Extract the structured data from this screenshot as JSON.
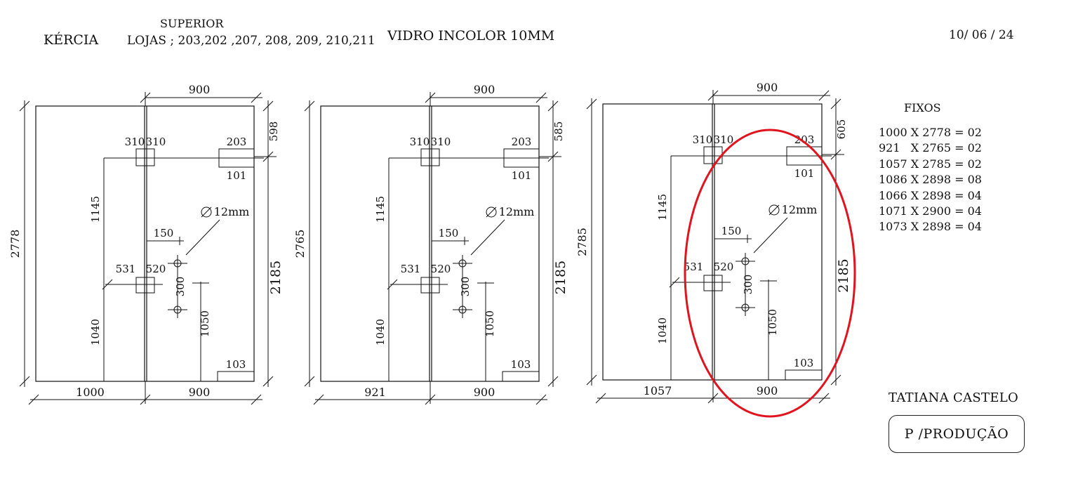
{
  "header": {
    "client": "KÉRCIA",
    "level": "SUPERIOR",
    "stores": "LOJAS ; 203,202 ,207, 208, 209, 210,211",
    "glass": "VIDRO INCOLOR 10MM",
    "date": "10/ 06 / 24"
  },
  "drawings": [
    {
      "total_height": "2778",
      "top_offset": "598",
      "side_height": "2185",
      "left_width": "1000",
      "right_width": "900",
      "top_width": "900",
      "lock_left": "310",
      "lock_right": "310",
      "cut_top": "203",
      "cut_sub": "101",
      "hinge_upper": "1145",
      "hinge_lower": "1040",
      "handle_offset": "150",
      "hole_label": "∅12mm",
      "hole_spacing": "300",
      "handle_height": "1050",
      "hinge_left": "531",
      "hinge_right": "520",
      "bottom_cut": "103"
    },
    {
      "total_height": "2765",
      "top_offset": "585",
      "side_height": "2185",
      "left_width": "921",
      "right_width": "900",
      "top_width": "900",
      "lock_left": "310",
      "lock_right": "310",
      "cut_top": "203",
      "cut_sub": "101",
      "hinge_upper": "1145",
      "hinge_lower": "1040",
      "handle_offset": "150",
      "hole_label": "∅12mm",
      "hole_spacing": "300",
      "handle_height": "1050",
      "hinge_left": "531",
      "hinge_right": "520",
      "bottom_cut": "103"
    },
    {
      "total_height": "2785",
      "top_offset": "605",
      "side_height": "2185",
      "left_width": "1057",
      "right_width": "900",
      "top_width": "900",
      "lock_left": "310",
      "lock_right": "310",
      "cut_top": "203",
      "cut_sub": "101",
      "hinge_upper": "1145",
      "hinge_lower": "1040",
      "handle_offset": "150",
      "hole_label": "∅12mm",
      "hole_spacing": "300",
      "handle_height": "1050",
      "hinge_left": "531",
      "hinge_right": "520",
      "bottom_cut": "103"
    }
  ],
  "fixos": {
    "title": "FIXOS",
    "items": [
      "1000 X 2778 = 02",
      "921   X 2765 = 02",
      "1057 X 2785 = 02",
      "1086 X 2898 = 08",
      "1066 X 2898 = 04",
      "1071 X 2900 = 04",
      "1073 X 2898 = 04"
    ]
  },
  "footer": {
    "author": "TATIANA CASTELO",
    "stamp": "P /PRODUÇÃO"
  },
  "colors": {
    "ink": "#111111",
    "highlight": "#e0141e"
  }
}
